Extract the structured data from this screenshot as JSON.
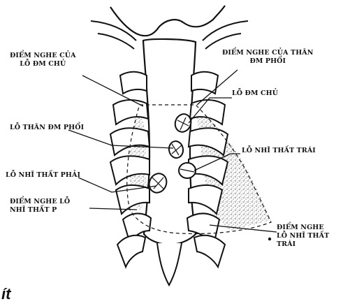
{
  "labels": {
    "aortic_listening": [
      "ĐIỂM NGHE CỦA",
      "LỖ ĐM CHỦ"
    ],
    "pulmonary_listening": [
      "ĐIỂM NGHE CỦA THÂN",
      "ĐM PHỔI"
    ],
    "aortic_orifice": [
      "LỖ ĐM CHỦ"
    ],
    "pulmonary_trunk_orifice": [
      "LỖ THÂN ĐM PHỔI"
    ],
    "left_av_orifice": [
      "LỖ NHĨ THẤT TRÁI"
    ],
    "right_av_orifice": [
      "LỖ NHĨ THẤT PHẢI"
    ],
    "right_av_listening": [
      "ĐIỂM NGHE LỖ",
      "NHĨ THẤT P"
    ],
    "left_av_listening": [
      "ĐIỂM NGHE",
      "LỖ NHĨ THẤT",
      "TRÁI"
    ]
  },
  "caption": "ít",
  "colors": {
    "ink": "#111111",
    "stipple": "#7a7a7a",
    "paper": "#ffffff"
  }
}
